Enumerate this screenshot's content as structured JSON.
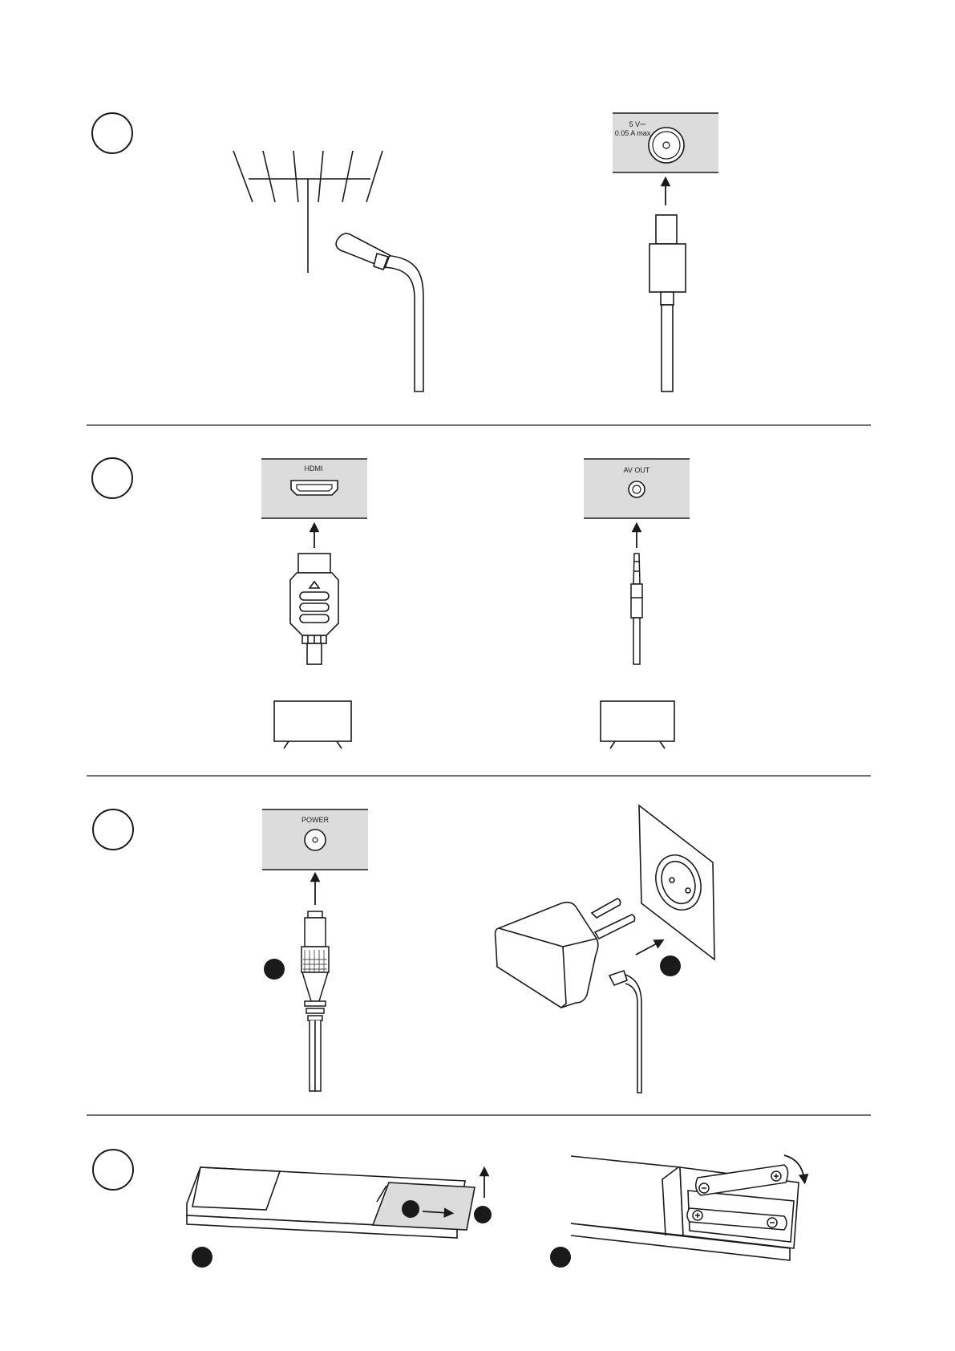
{
  "labels": {
    "antenna_port_voltage": "5 V⎓",
    "antenna_port_current": "0.05 A max",
    "hdmi_port": "HDMI",
    "av_out_port": "AV OUT",
    "power_port": "POWER"
  },
  "colors": {
    "line": "#1a1a1a",
    "panel_fill": "#dcdcdc",
    "badge_fill": "#1a1a1a",
    "background": "#ffffff"
  },
  "icons": [
    "antenna-icon",
    "coax-plug-icon",
    "coax-socket-icon",
    "hdmi-plug-icon",
    "hdmi-socket-icon",
    "av-plug-icon",
    "av-socket-icon",
    "tv-icon",
    "dc-plug-icon",
    "dc-socket-icon",
    "power-adapter-icon",
    "wall-outlet-icon",
    "remote-control-icon",
    "battery-icon",
    "arrow-icon"
  ]
}
